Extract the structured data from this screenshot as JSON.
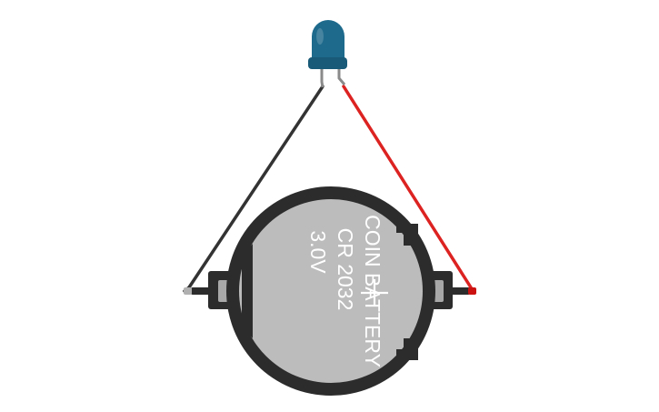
{
  "battery": {
    "line1": "COIN BATTERY",
    "line2": "CR 2032",
    "line3": "3.0V",
    "polarity_symbol": "+"
  },
  "colors": {
    "background": "#ffffff",
    "led_body": "#1e6a8c",
    "led_base": "#185a77",
    "led_leg": "#8a8a8a",
    "wire_negative": "#333333",
    "wire_positive": "#dd2222",
    "holder": "#2c2c2c",
    "battery_face": "#bcbcbc",
    "battery_text": "#ffffff",
    "terminal_pad": "#a8a8a8",
    "terminal_end_negative": "#b0b0b0",
    "terminal_end_positive": "#cc1111"
  },
  "icons": {
    "led": "led-icon",
    "coin_cell": "coin-battery-icon"
  }
}
